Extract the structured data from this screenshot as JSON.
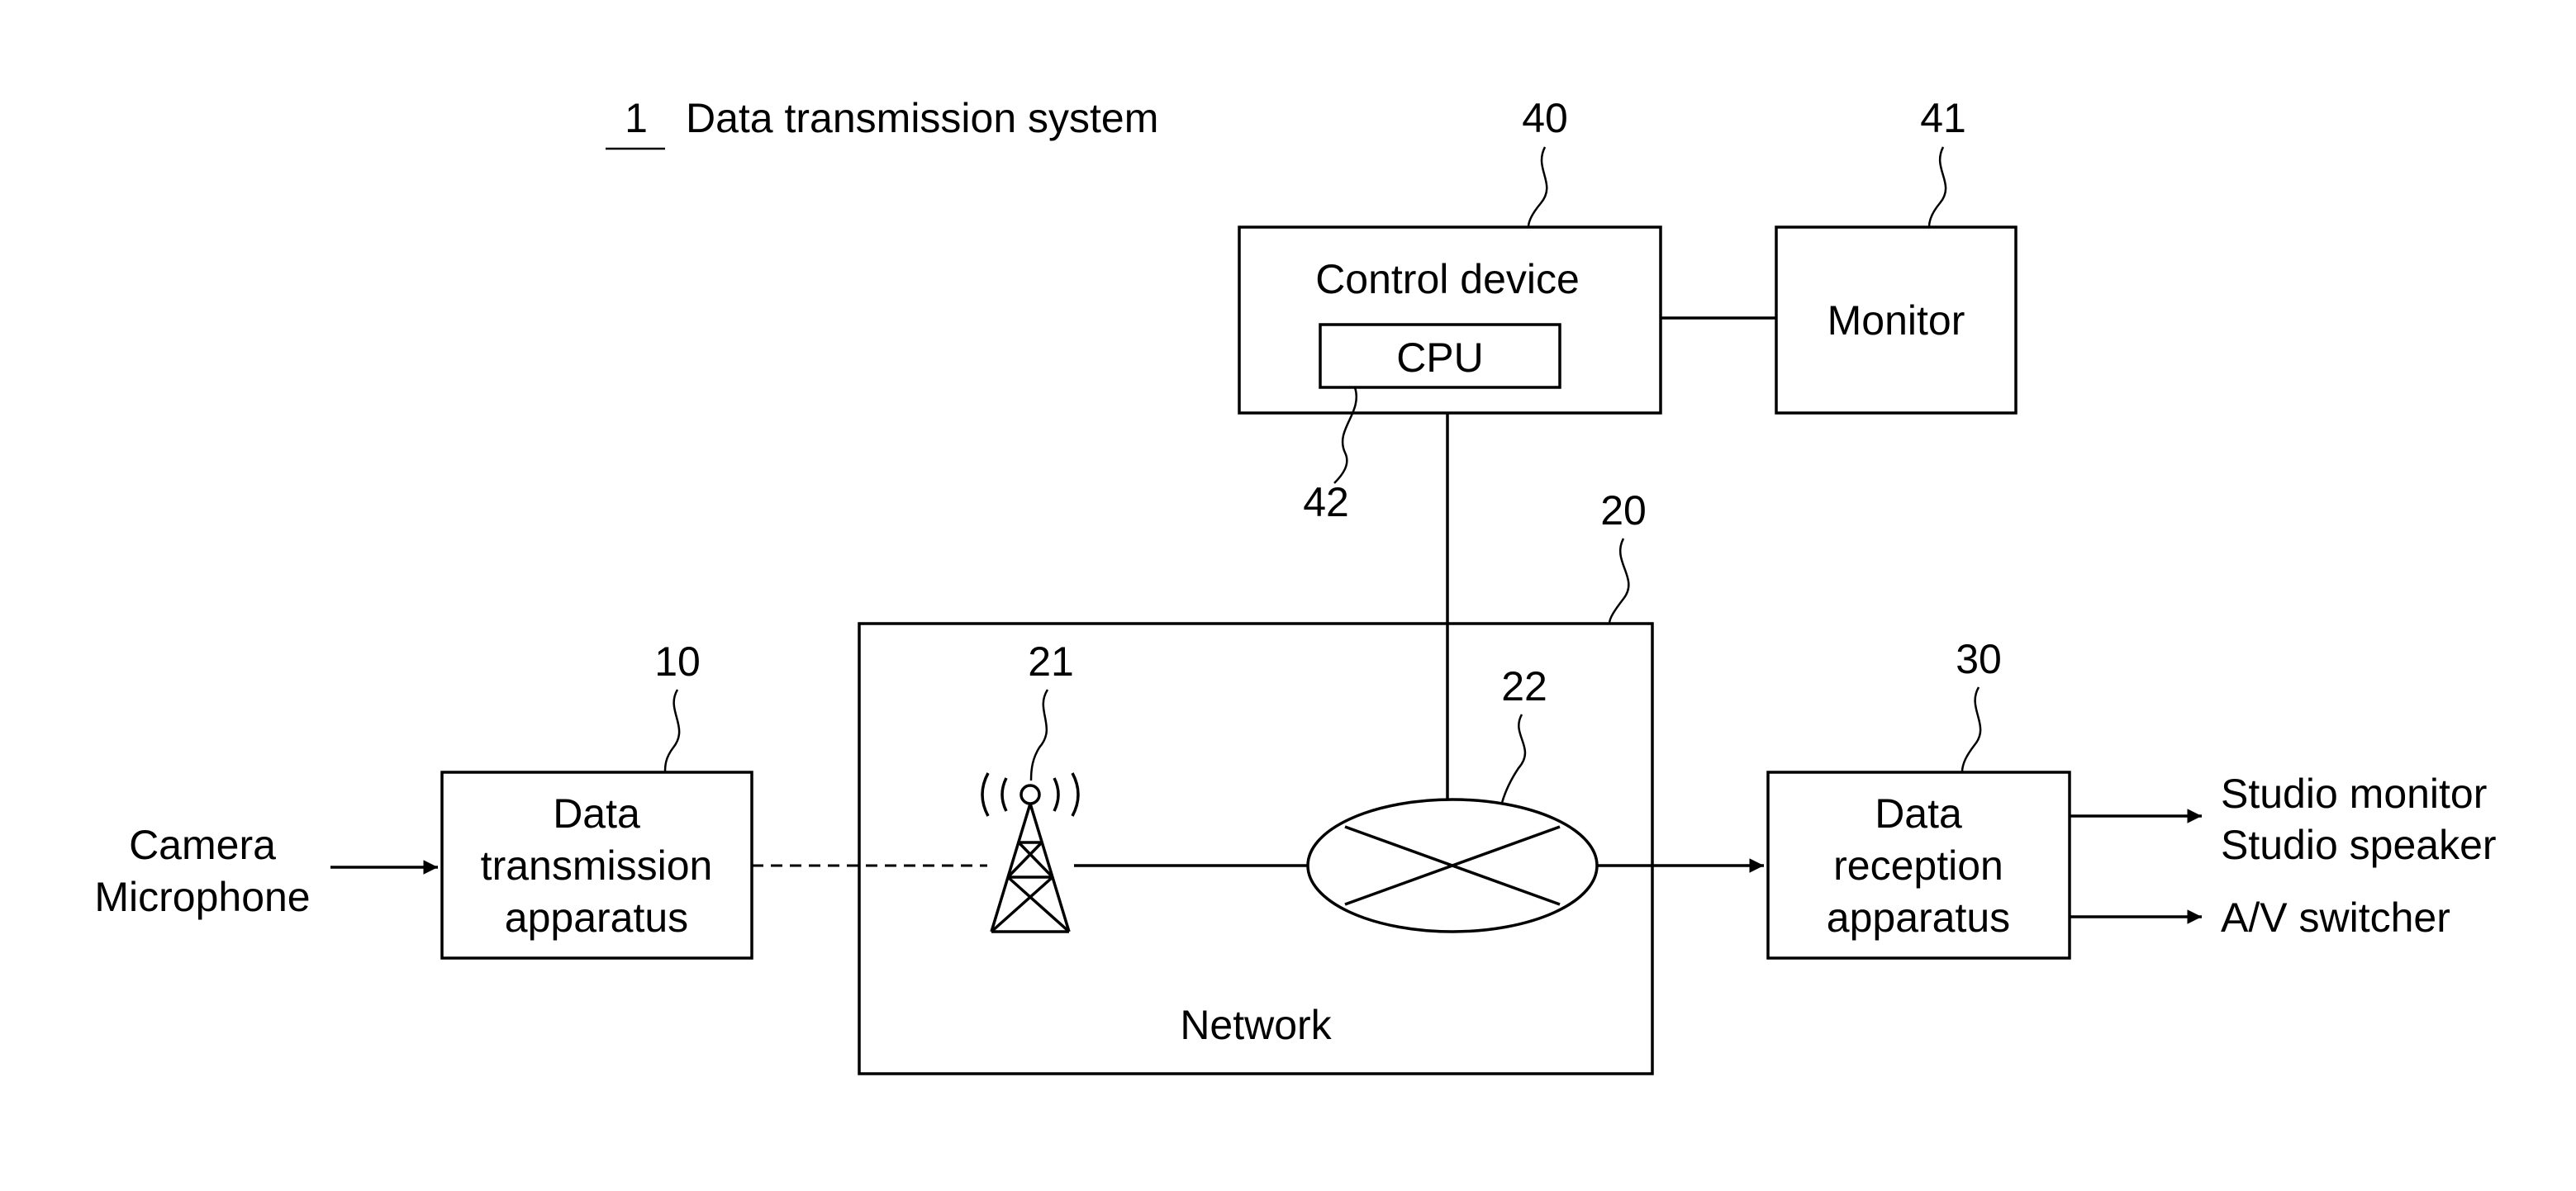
{
  "system": {
    "ref": "1",
    "title": "Data transmission system"
  },
  "inputs": {
    "line1": "Camera",
    "line2": "Microphone"
  },
  "transmitter": {
    "ref": "10",
    "line1": "Data",
    "line2": "transmission",
    "line3": "apparatus"
  },
  "network": {
    "ref": "20",
    "label": "Network"
  },
  "tower": {
    "ref": "21",
    "icon": "antenna-tower-icon"
  },
  "router": {
    "ref": "22",
    "icon": "router-icon"
  },
  "receiver": {
    "ref": "30",
    "line1": "Data",
    "line2": "reception",
    "line3": "apparatus"
  },
  "outputs": {
    "line1": "Studio monitor",
    "line2": "Studio speaker",
    "line3": "A/V switcher"
  },
  "control": {
    "ref": "40",
    "label": "Control device",
    "cpu_label": "CPU",
    "cpu_ref": "42"
  },
  "monitor": {
    "ref": "41",
    "label": "Monitor"
  }
}
